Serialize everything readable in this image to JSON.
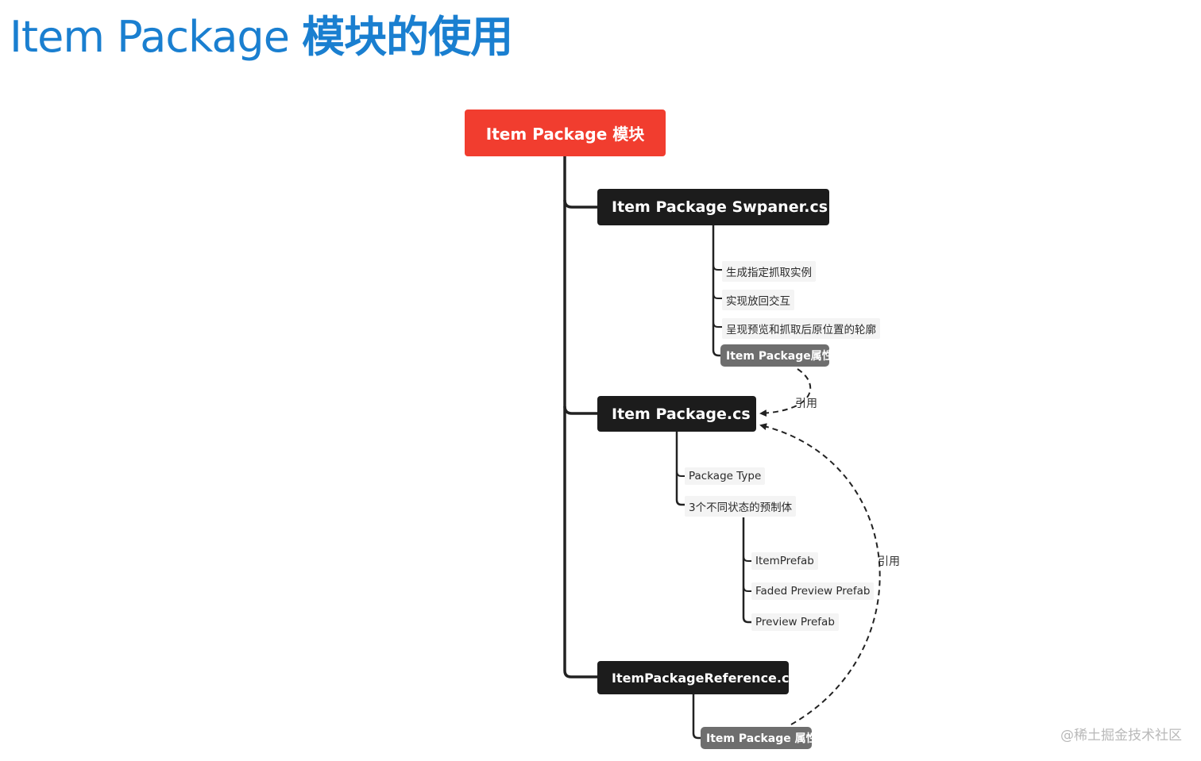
{
  "title": {
    "latin": "Item Package ",
    "cjk": "模块的使用"
  },
  "diagram": {
    "root": "Item Package 模块",
    "spawner": {
      "label": "Item Package Swpaner.cs",
      "children": [
        "生成指定抓取实例",
        "实现放回交互",
        "呈现预览和抓取后原位置的轮廓"
      ],
      "attribute": "Item Package属性"
    },
    "item_package": {
      "label": "Item Package.cs",
      "children": [
        "Package Type",
        "3个不同状态的预制体"
      ],
      "prefabs": [
        "ItemPrefab",
        "Faded Preview Prefab",
        "Preview Prefab"
      ]
    },
    "reference": {
      "label": "ItemPackageReference.cs",
      "attribute": "Item Package 属性"
    },
    "ref_label_top": "引用",
    "ref_label_side": "引用"
  },
  "watermark": "@稀土掘金技术社区",
  "colors": {
    "title": "#1a7fd0",
    "root": "#f13d2f",
    "main_node": "#1c1c1c",
    "pill_node": "#6e6e6e",
    "connector": "#222222"
  }
}
